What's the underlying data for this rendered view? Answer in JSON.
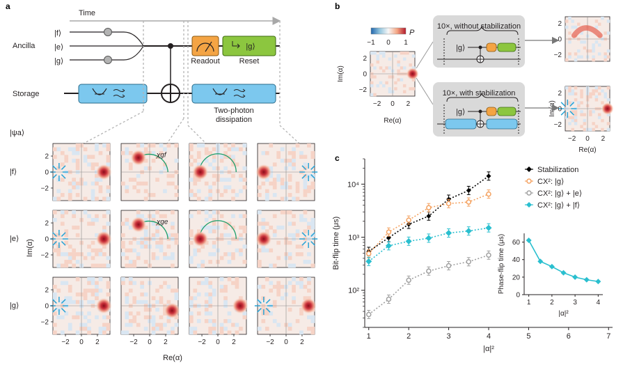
{
  "panel_labels": {
    "a": "a",
    "b": "b",
    "c": "c"
  },
  "panel_a": {
    "time_label": "Time",
    "ancilla_label": "Ancilla",
    "storage_label": "Storage",
    "state_f": "|f⟩",
    "state_e": "|e⟩",
    "state_g": "|g⟩",
    "readout_label": "Readout",
    "reset_label": "Reset",
    "reset_box_text": "|g⟩",
    "dissipation_label_line1": "Two-photon",
    "dissipation_label_line2": "dissipation",
    "psi_label": "|ψa⟩",
    "row_labels": [
      "|f⟩",
      "|e⟩",
      "|g⟩"
    ],
    "chi_gf": "χgf",
    "chi_ge": "χge",
    "ylabel": "Im(α)",
    "xlabel": "Re(α)",
    "ticks": [
      "−2",
      "0",
      "2"
    ]
  },
  "panel_b": {
    "colorbar_ticks": [
      "−1",
      "0",
      "1"
    ],
    "colorbar_label": "P",
    "box1_title": "10×, without stabilization",
    "box2_title": "10×, with stabilization",
    "g_label": "|g⟩",
    "ylabel": "Im(α)",
    "xlabel": "Re(α)",
    "ticks": [
      "−2",
      "0",
      "2"
    ],
    "colors": {
      "ancilla_readout": "#f4a444",
      "ancilla_reset": "#8cc63f",
      "storage": "#7cc8ee",
      "box": "#d9d9d9"
    }
  },
  "chart_data": {
    "type": "scatter",
    "xlabel": "|α|²",
    "ylabel": "Bit-flip time (μs)",
    "yscale": "log",
    "xlim": [
      0.9,
      7.1
    ],
    "ylim": [
      20,
      30000
    ],
    "x_ticks": [
      "1",
      "2",
      "3",
      "4",
      "5",
      "6",
      "7"
    ],
    "y_ticks": [
      "10²",
      "10³",
      "10⁴"
    ],
    "series": [
      {
        "name": "Stabilization",
        "color": "#000000",
        "x": [
          1,
          1.5,
          2,
          2.5,
          3,
          3.5,
          4
        ],
        "values": [
          540,
          980,
          1750,
          2500,
          5200,
          7600,
          14200
        ]
      },
      {
        "name": "CX²: |g⟩",
        "color": "#f4a261",
        "x": [
          1,
          1.5,
          2,
          2.5,
          3,
          3.5,
          4
        ],
        "values": [
          490,
          1250,
          2100,
          3600,
          4300,
          4600,
          6500
        ]
      },
      {
        "name": "CX²: |g⟩ + |e⟩",
        "color": "#a0a0a0",
        "x": [
          1,
          1.5,
          2,
          2.5,
          3,
          3.5,
          4
        ],
        "values": [
          35,
          68,
          155,
          230,
          290,
          345,
          460
        ]
      },
      {
        "name": "CX²: |g⟩ + |f⟩",
        "color": "#2abfcf",
        "x": [
          1,
          1.5,
          2,
          2.5,
          3,
          3.5,
          4
        ],
        "values": [
          350,
          690,
          840,
          960,
          1200,
          1310,
          1500
        ]
      }
    ],
    "inset": {
      "type": "line",
      "xlabel": "|α|²",
      "ylabel": "Phase-flip time (μs)",
      "xlim": [
        0.8,
        4.2
      ],
      "ylim": [
        0,
        70
      ],
      "x_ticks": [
        "1",
        "2",
        "3",
        "4"
      ],
      "y_ticks": [
        "0",
        "20",
        "40",
        "60"
      ],
      "x": [
        1,
        1.5,
        2,
        2.5,
        3,
        3.5,
        4
      ],
      "values": [
        62,
        38,
        32,
        25,
        20,
        17,
        15
      ],
      "color": "#2abfcf"
    }
  }
}
